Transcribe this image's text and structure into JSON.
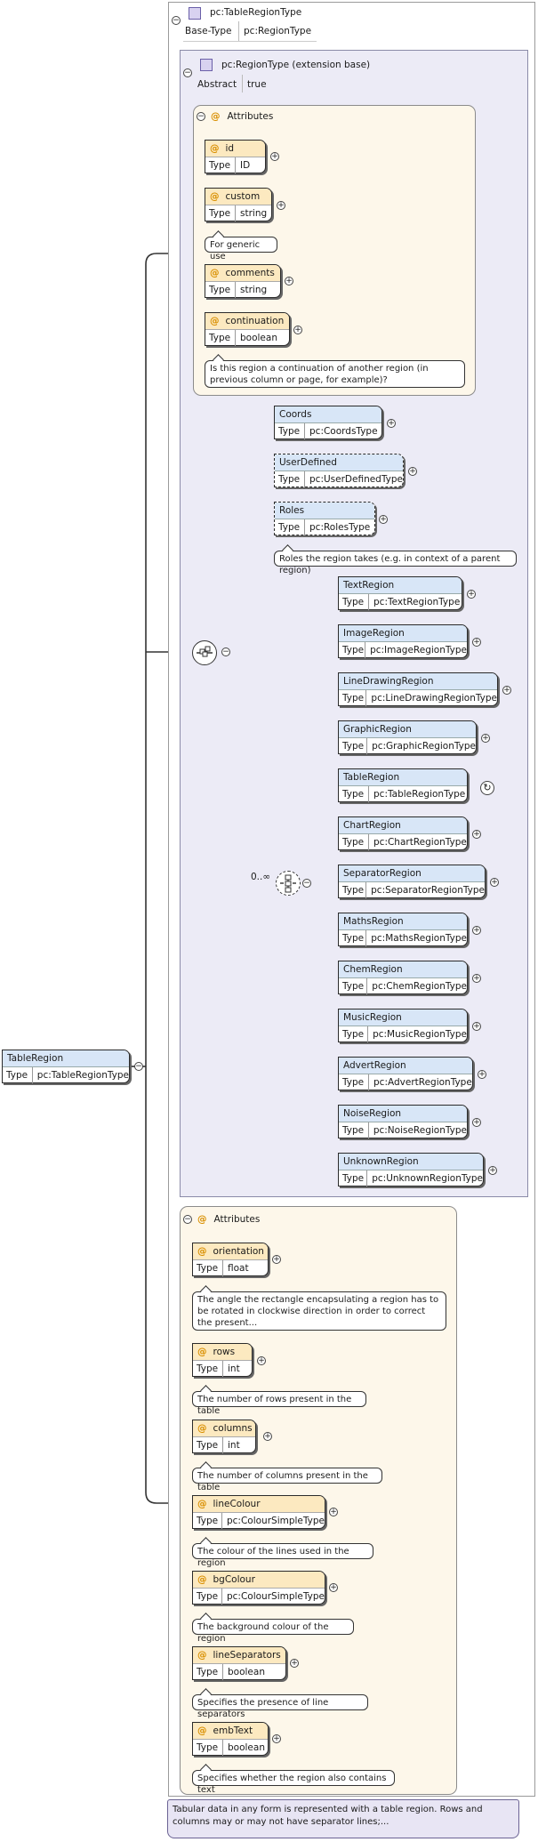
{
  "complex_type": {
    "name": "pc:TableRegionType",
    "base_type_key": "Base-Type",
    "base_type_value": "pc:RegionType"
  },
  "extension": {
    "name": "pc:RegionType (extension base)",
    "abstract_key": "Abstract",
    "abstract_value": "true"
  },
  "region_attributes": {
    "title": "Attributes",
    "items": [
      {
        "name": "id",
        "type": "ID",
        "doc": ""
      },
      {
        "name": "custom",
        "type": "string",
        "doc": "For generic use"
      },
      {
        "name": "comments",
        "type": "string",
        "doc": ""
      },
      {
        "name": "continuation",
        "type": "boolean",
        "doc": "Is this region a continuation of another region (in previous column or page, for example)?"
      }
    ]
  },
  "sequence_elements": [
    {
      "name": "Coords",
      "type": "pc:CoordsType",
      "doc": ""
    },
    {
      "name": "UserDefined",
      "type": "pc:UserDefinedType",
      "doc": ""
    },
    {
      "name": "Roles",
      "type": "pc:RolesType",
      "doc": "Roles the region takes (e.g. in context of a parent region)"
    }
  ],
  "choice_multiplicity": "0..∞",
  "choice_elements": [
    {
      "name": "TextRegion",
      "type": "pc:TextRegionType"
    },
    {
      "name": "ImageRegion",
      "type": "pc:ImageRegionType"
    },
    {
      "name": "LineDrawingRegion",
      "type": "pc:LineDrawingRegionType"
    },
    {
      "name": "GraphicRegion",
      "type": "pc:GraphicRegionType"
    },
    {
      "name": "TableRegion",
      "type": "pc:TableRegionType"
    },
    {
      "name": "ChartRegion",
      "type": "pc:ChartRegionType"
    },
    {
      "name": "SeparatorRegion",
      "type": "pc:SeparatorRegionType"
    },
    {
      "name": "MathsRegion",
      "type": "pc:MathsRegionType"
    },
    {
      "name": "ChemRegion",
      "type": "pc:ChemRegionType"
    },
    {
      "name": "MusicRegion",
      "type": "pc:MusicRegionType"
    },
    {
      "name": "AdvertRegion",
      "type": "pc:AdvertRegionType"
    },
    {
      "name": "NoiseRegion",
      "type": "pc:NoiseRegionType"
    },
    {
      "name": "UnknownRegion",
      "type": "pc:UnknownRegionType"
    }
  ],
  "root_element": {
    "name": "TableRegion",
    "type_key": "Type",
    "type": "pc:TableRegionType"
  },
  "type_key": "Type",
  "table_attributes": {
    "title": "Attributes",
    "items": [
      {
        "name": "orientation",
        "type": "float",
        "doc": "The angle the rectangle encapsulating a region has to be rotated in clockwise direction in order to correct the present..."
      },
      {
        "name": "rows",
        "type": "int",
        "doc": "The number of rows present in the table"
      },
      {
        "name": "columns",
        "type": "int",
        "doc": "The number of columns present in the table"
      },
      {
        "name": "lineColour",
        "type": "pc:ColourSimpleType",
        "doc": "The colour of the lines used in the region"
      },
      {
        "name": "bgColour",
        "type": "pc:ColourSimpleType",
        "doc": "The background colour of the region"
      },
      {
        "name": "lineSeparators",
        "type": "boolean",
        "doc": "Specifies the presence of line separators"
      },
      {
        "name": "embText",
        "type": "boolean",
        "doc": "Specifies whether the region also contains text"
      }
    ]
  },
  "root_doc": "Tabular data in any form is represented with a table region. Rows and columns may or may not have separator lines;...",
  "colors": {
    "element_header": "#d8e6f7",
    "attribute_header": "#fce9c0",
    "extension_bg": "#ecebf6",
    "attribute_panel_bg": "#fdf7ea"
  },
  "icons": {
    "collapse": "minus-circle-icon",
    "expand": "plus-circle-icon",
    "attribute": "at-sign-icon",
    "sequence": "sequence-compositor-icon",
    "choice": "choice-compositor-icon",
    "complex_type": "complex-type-icon",
    "recursion": "recursion-icon"
  }
}
